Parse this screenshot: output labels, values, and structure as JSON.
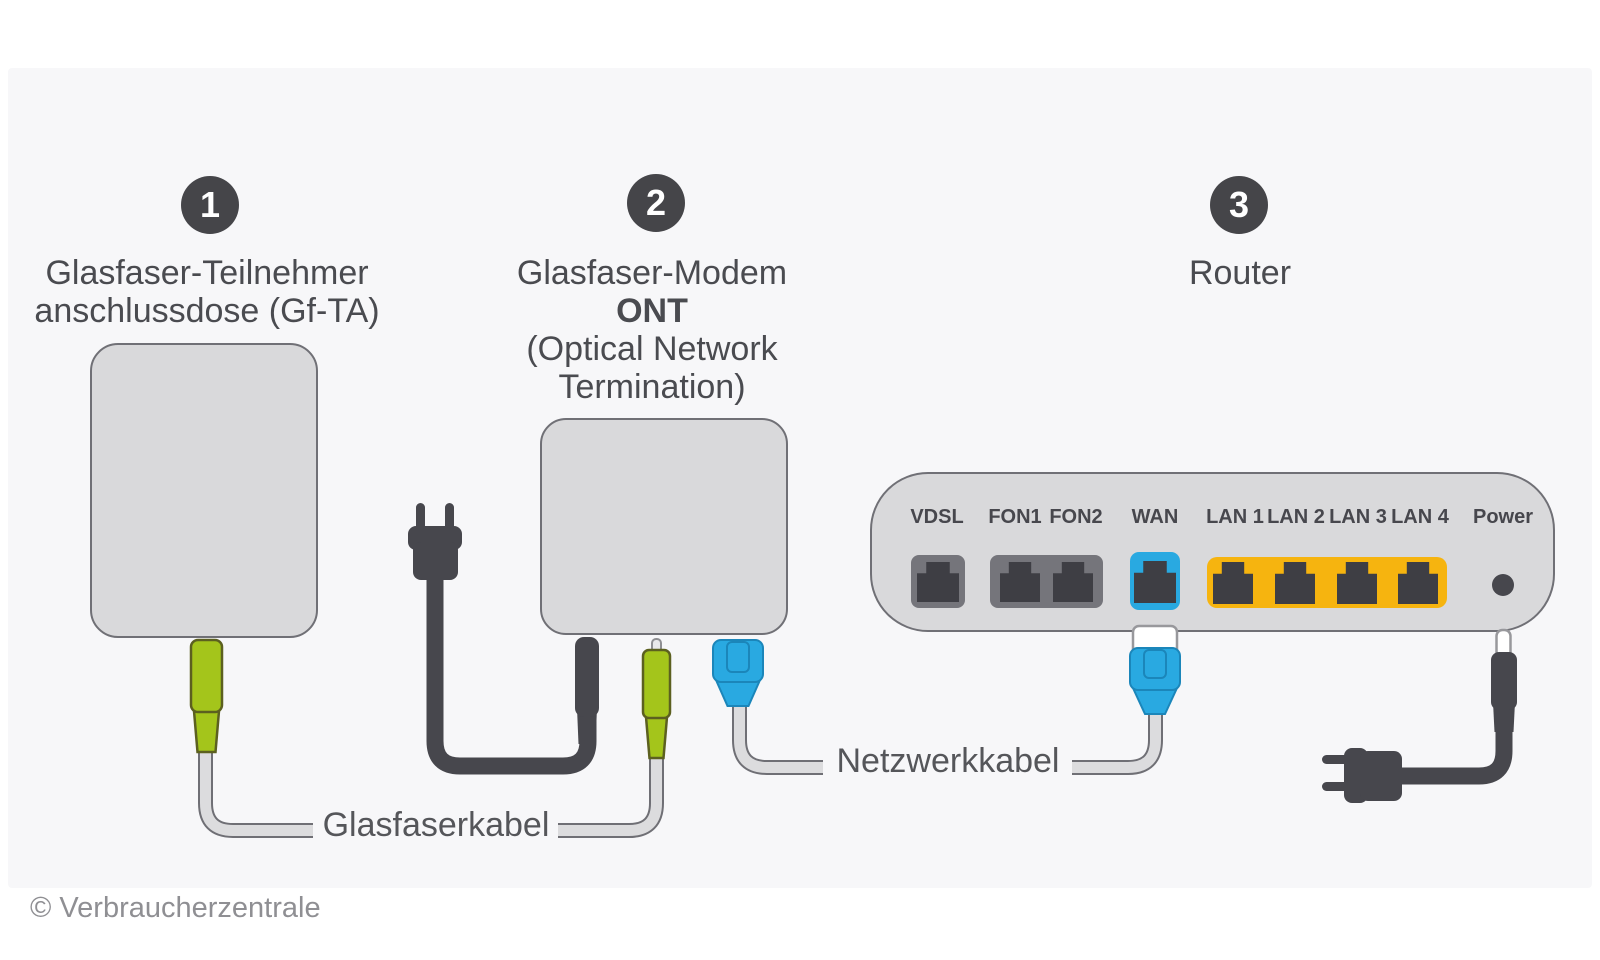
{
  "steps": [
    {
      "number": "1",
      "lines": [
        "Glasfaser-Teilnehmer",
        "anschlussdose (Gf-TA)"
      ]
    },
    {
      "number": "2",
      "lines": [
        "Glasfaser-Modem"
      ],
      "acronym": "ONT",
      "expansion": "(Optical Network Termination)"
    },
    {
      "number": "3",
      "lines": [
        "Router"
      ]
    }
  ],
  "cable_labels": {
    "fiber": "Glasfaserkabel",
    "network": "Netzwerkkabel"
  },
  "router": {
    "ports": [
      {
        "label": "VDSL"
      },
      {
        "label": "FON1"
      },
      {
        "label": "FON2"
      },
      {
        "label": "WAN"
      },
      {
        "label": "LAN 1"
      },
      {
        "label": "LAN 2"
      },
      {
        "label": "LAN 3"
      },
      {
        "label": "LAN 4"
      },
      {
        "label": "Power"
      }
    ]
  },
  "footer": {
    "copyright": "© Verbraucherzentrale"
  },
  "colors": {
    "dark": "#47474d",
    "green": "#a4c51b",
    "blue": "#29a9e1",
    "yellow": "#f6b40f",
    "device_fill": "#d9d9db",
    "cable_fill": "#dcdcde",
    "panel_bg": "#f7f7f9"
  }
}
